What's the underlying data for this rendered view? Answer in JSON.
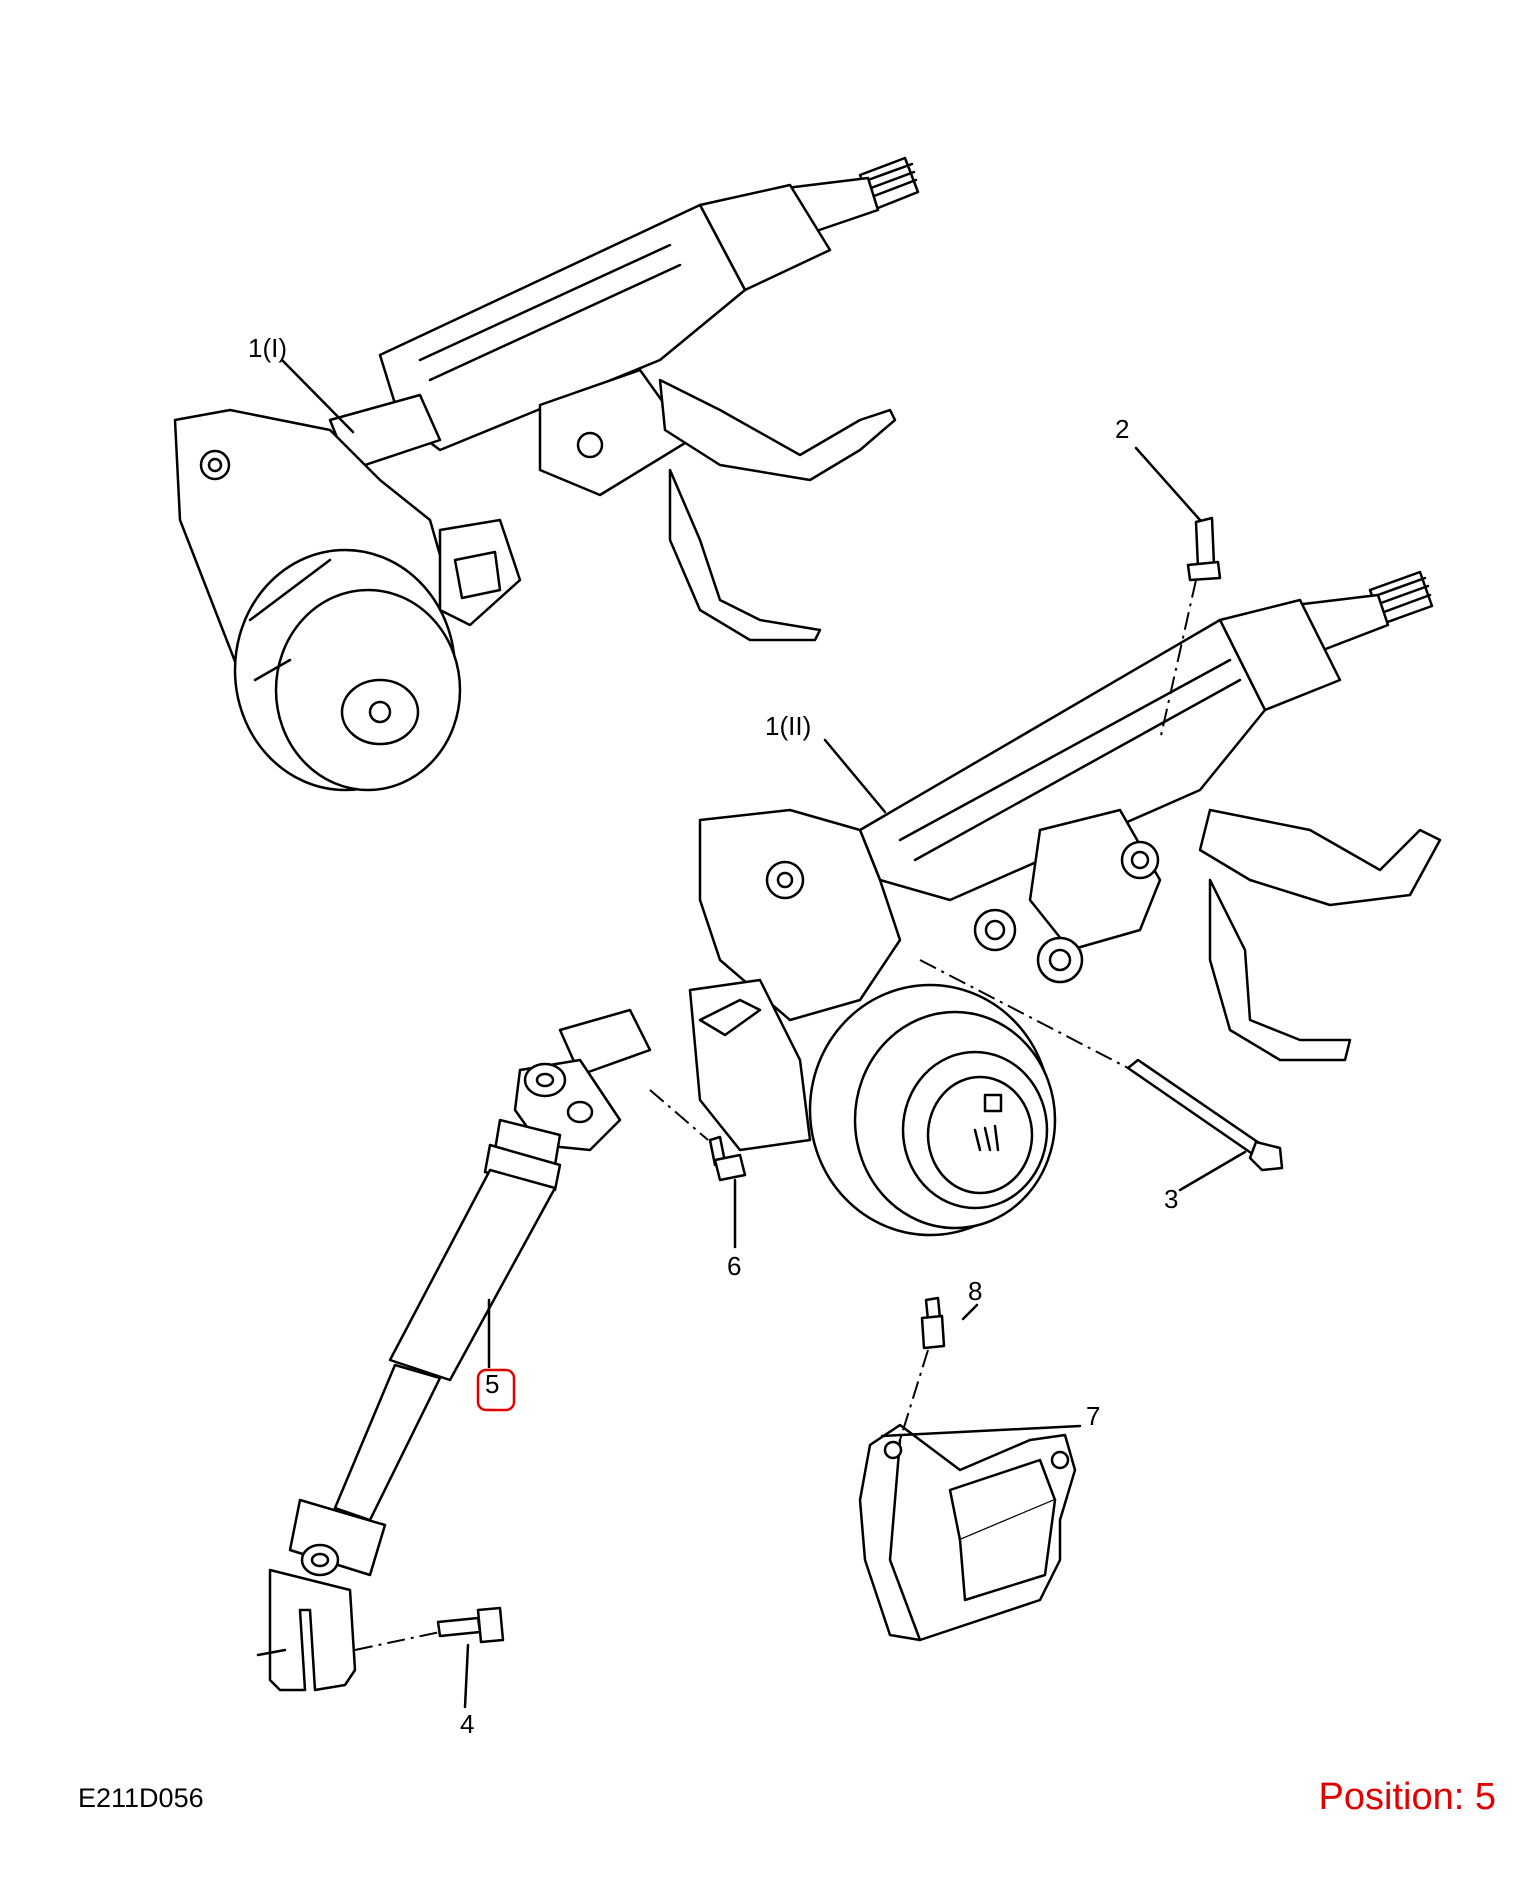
{
  "figure_code": "E211D056",
  "position_text": "Position: 5",
  "highlight_color": "#e00000",
  "callouts": {
    "c1": "1(I)",
    "c1b": "1(II)",
    "c2": "2",
    "c3": "3",
    "c4": "4",
    "c5": "5",
    "c6": "6",
    "c7": "7",
    "c8": "8"
  }
}
